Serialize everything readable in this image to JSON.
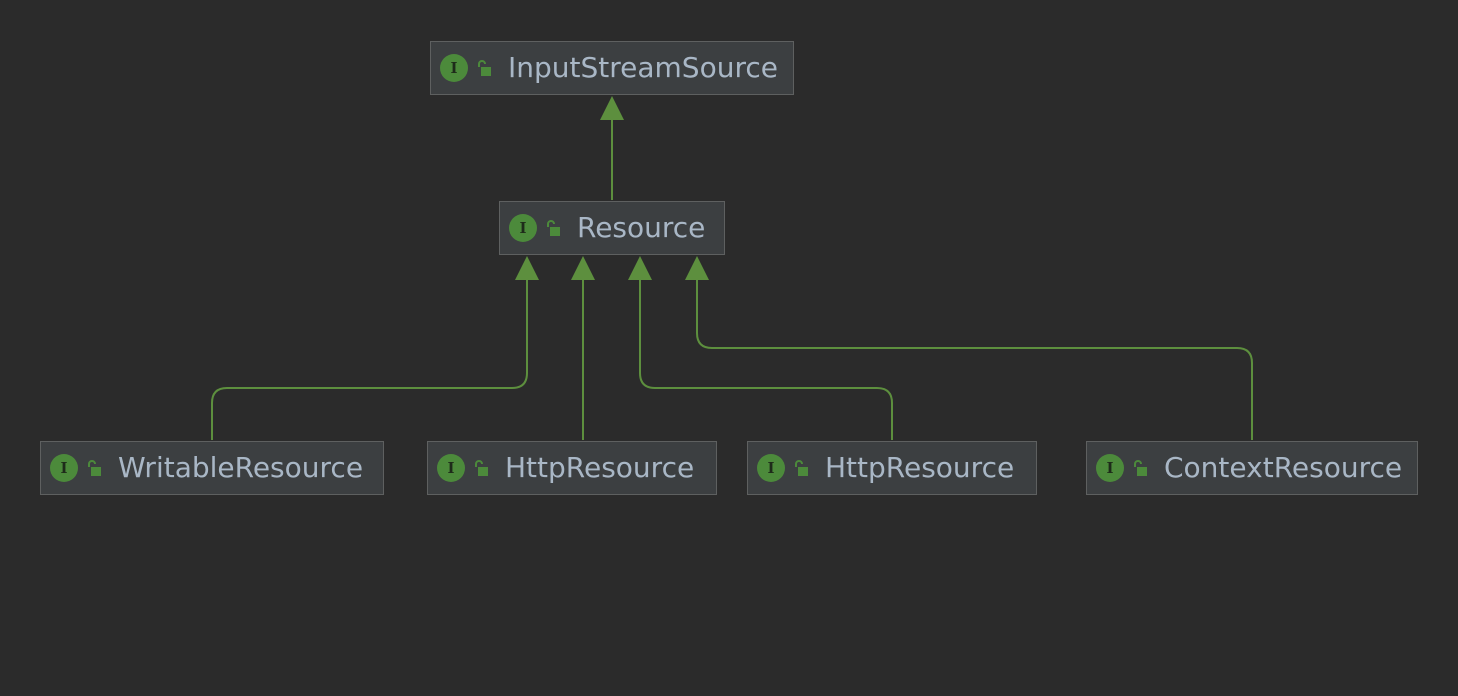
{
  "diagram": {
    "colors": {
      "background": "#2b2b2b",
      "node_fill": "#3c3f41",
      "node_border": "#5e6060",
      "label": "#a9b7c6",
      "edge": "#5d8f3e",
      "badge": "#4c8a3b"
    },
    "nodes": [
      {
        "id": "input-stream-source",
        "label": "InputStreamSource",
        "badge": "I",
        "kind_icon": "interface-icon",
        "access_icon": "public-lock-icon"
      },
      {
        "id": "resource",
        "label": "Resource",
        "badge": "I",
        "kind_icon": "interface-icon",
        "access_icon": "public-lock-icon"
      },
      {
        "id": "writable-resource",
        "label": "WritableResource",
        "badge": "I",
        "kind_icon": "interface-icon",
        "access_icon": "public-lock-icon"
      },
      {
        "id": "http-resource-1",
        "label": "HttpResource",
        "badge": "I",
        "kind_icon": "interface-icon",
        "access_icon": "public-lock-icon"
      },
      {
        "id": "http-resource-2",
        "label": "HttpResource",
        "badge": "I",
        "kind_icon": "interface-icon",
        "access_icon": "public-lock-icon"
      },
      {
        "id": "context-resource",
        "label": "ContextResource",
        "badge": "I",
        "kind_icon": "interface-icon",
        "access_icon": "public-lock-icon"
      }
    ],
    "edges": [
      {
        "from": "resource",
        "to": "input-stream-source",
        "type": "extends"
      },
      {
        "from": "writable-resource",
        "to": "resource",
        "type": "extends"
      },
      {
        "from": "http-resource-1",
        "to": "resource",
        "type": "extends"
      },
      {
        "from": "http-resource-2",
        "to": "resource",
        "type": "extends"
      },
      {
        "from": "context-resource",
        "to": "resource",
        "type": "extends"
      }
    ]
  }
}
